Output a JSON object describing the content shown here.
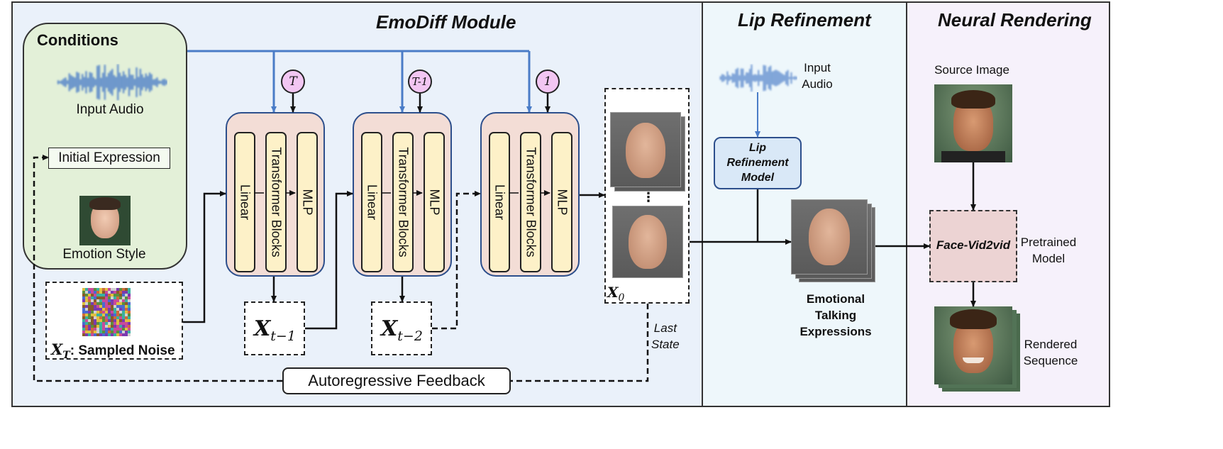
{
  "sections": {
    "emodiff_title": "EmoDiff Module",
    "lip_title": "Lip Refinement",
    "neural_title": "Neural Rendering"
  },
  "conditions": {
    "title": "Conditions",
    "input_audio": "Input Audio",
    "initial_expression": "Initial Expression",
    "emotion_style": "Emotion Style"
  },
  "noise": {
    "symbol": "X",
    "subscript": "T",
    "label": ": Sampled Noise"
  },
  "blocks": [
    {
      "step": "T",
      "layers": [
        "Linear",
        "Transformer Blocks",
        "MLP"
      ]
    },
    {
      "step": "T-1",
      "layers": [
        "Linear",
        "Transformer Blocks",
        "MLP"
      ]
    },
    {
      "step": "1",
      "layers": [
        "Linear",
        "Transformer Blocks",
        "MLP"
      ]
    }
  ],
  "intermediate": [
    {
      "symbol": "X",
      "subscript": "t−1"
    },
    {
      "symbol": "X",
      "subscript": "t−2"
    }
  ],
  "output": {
    "symbol": "X",
    "subscript": "0",
    "ellipsis": "⋮",
    "last_state": [
      "Last",
      "State"
    ]
  },
  "feedback": {
    "label": "Autoregressive Feedback"
  },
  "lip": {
    "input_audio": [
      "Input",
      "Audio"
    ],
    "model": [
      "Lip",
      "Refinement",
      "Model"
    ],
    "output": [
      "Emotional",
      "Talking",
      "Expressions"
    ]
  },
  "neural": {
    "source_image": "Source Image",
    "model": "Face-Vid2vid",
    "pretrained": [
      "Pretrained",
      "Model"
    ],
    "rendered": [
      "Rendered",
      "Sequence"
    ]
  },
  "colors": {
    "panel_blue": "#eaf1fa",
    "panel_lip": "#eef7fb",
    "panel_neural": "#f6f1fb",
    "conditions": "#e3f0d8",
    "block": "#f3ddd6",
    "bar": "#fdf1c8",
    "step": "#f2c6f2",
    "arrow_blue": "#4a7cc7",
    "lip_model": "#d9e8f7",
    "facevid": "#ecd3d3"
  }
}
